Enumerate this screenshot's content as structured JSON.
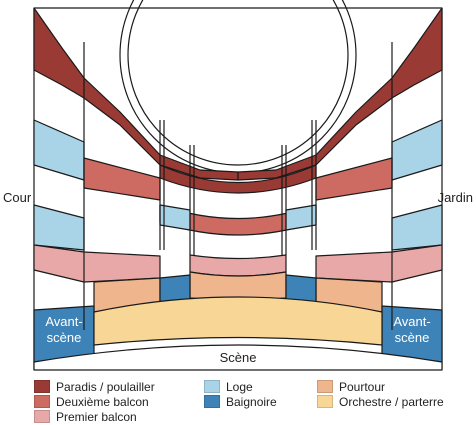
{
  "labels": {
    "cour": "Cour",
    "jardin": "Jardin",
    "scene": "Scène",
    "avant_scene_left_1": "Avant-",
    "avant_scene_left_2": "scène",
    "avant_scene_right_1": "Avant-",
    "avant_scene_right_2": "scène"
  },
  "colors": {
    "paradis": "#9a3a35",
    "deuxieme": "#cd6a62",
    "premier": "#e8a8a8",
    "loge": "#a9d4e8",
    "baignoire": "#3d83b8",
    "pourtour": "#efb58c",
    "orchestre": "#f8d796",
    "outline": "#1a1a1a"
  },
  "legend": [
    {
      "label": "Paradis / poulailler",
      "color": "#9a3a35"
    },
    {
      "label": "Deuxième balcon",
      "color": "#cd6a62"
    },
    {
      "label": "Premier balcon",
      "color": "#e8a8a8"
    },
    {
      "label": "Loge",
      "color": "#a9d4e8"
    },
    {
      "label": "Baignoire",
      "color": "#3d83b8"
    },
    {
      "label": "Pourtour",
      "color": "#efb58c"
    },
    {
      "label": "Orchestre / parterre",
      "color": "#f8d796"
    }
  ]
}
